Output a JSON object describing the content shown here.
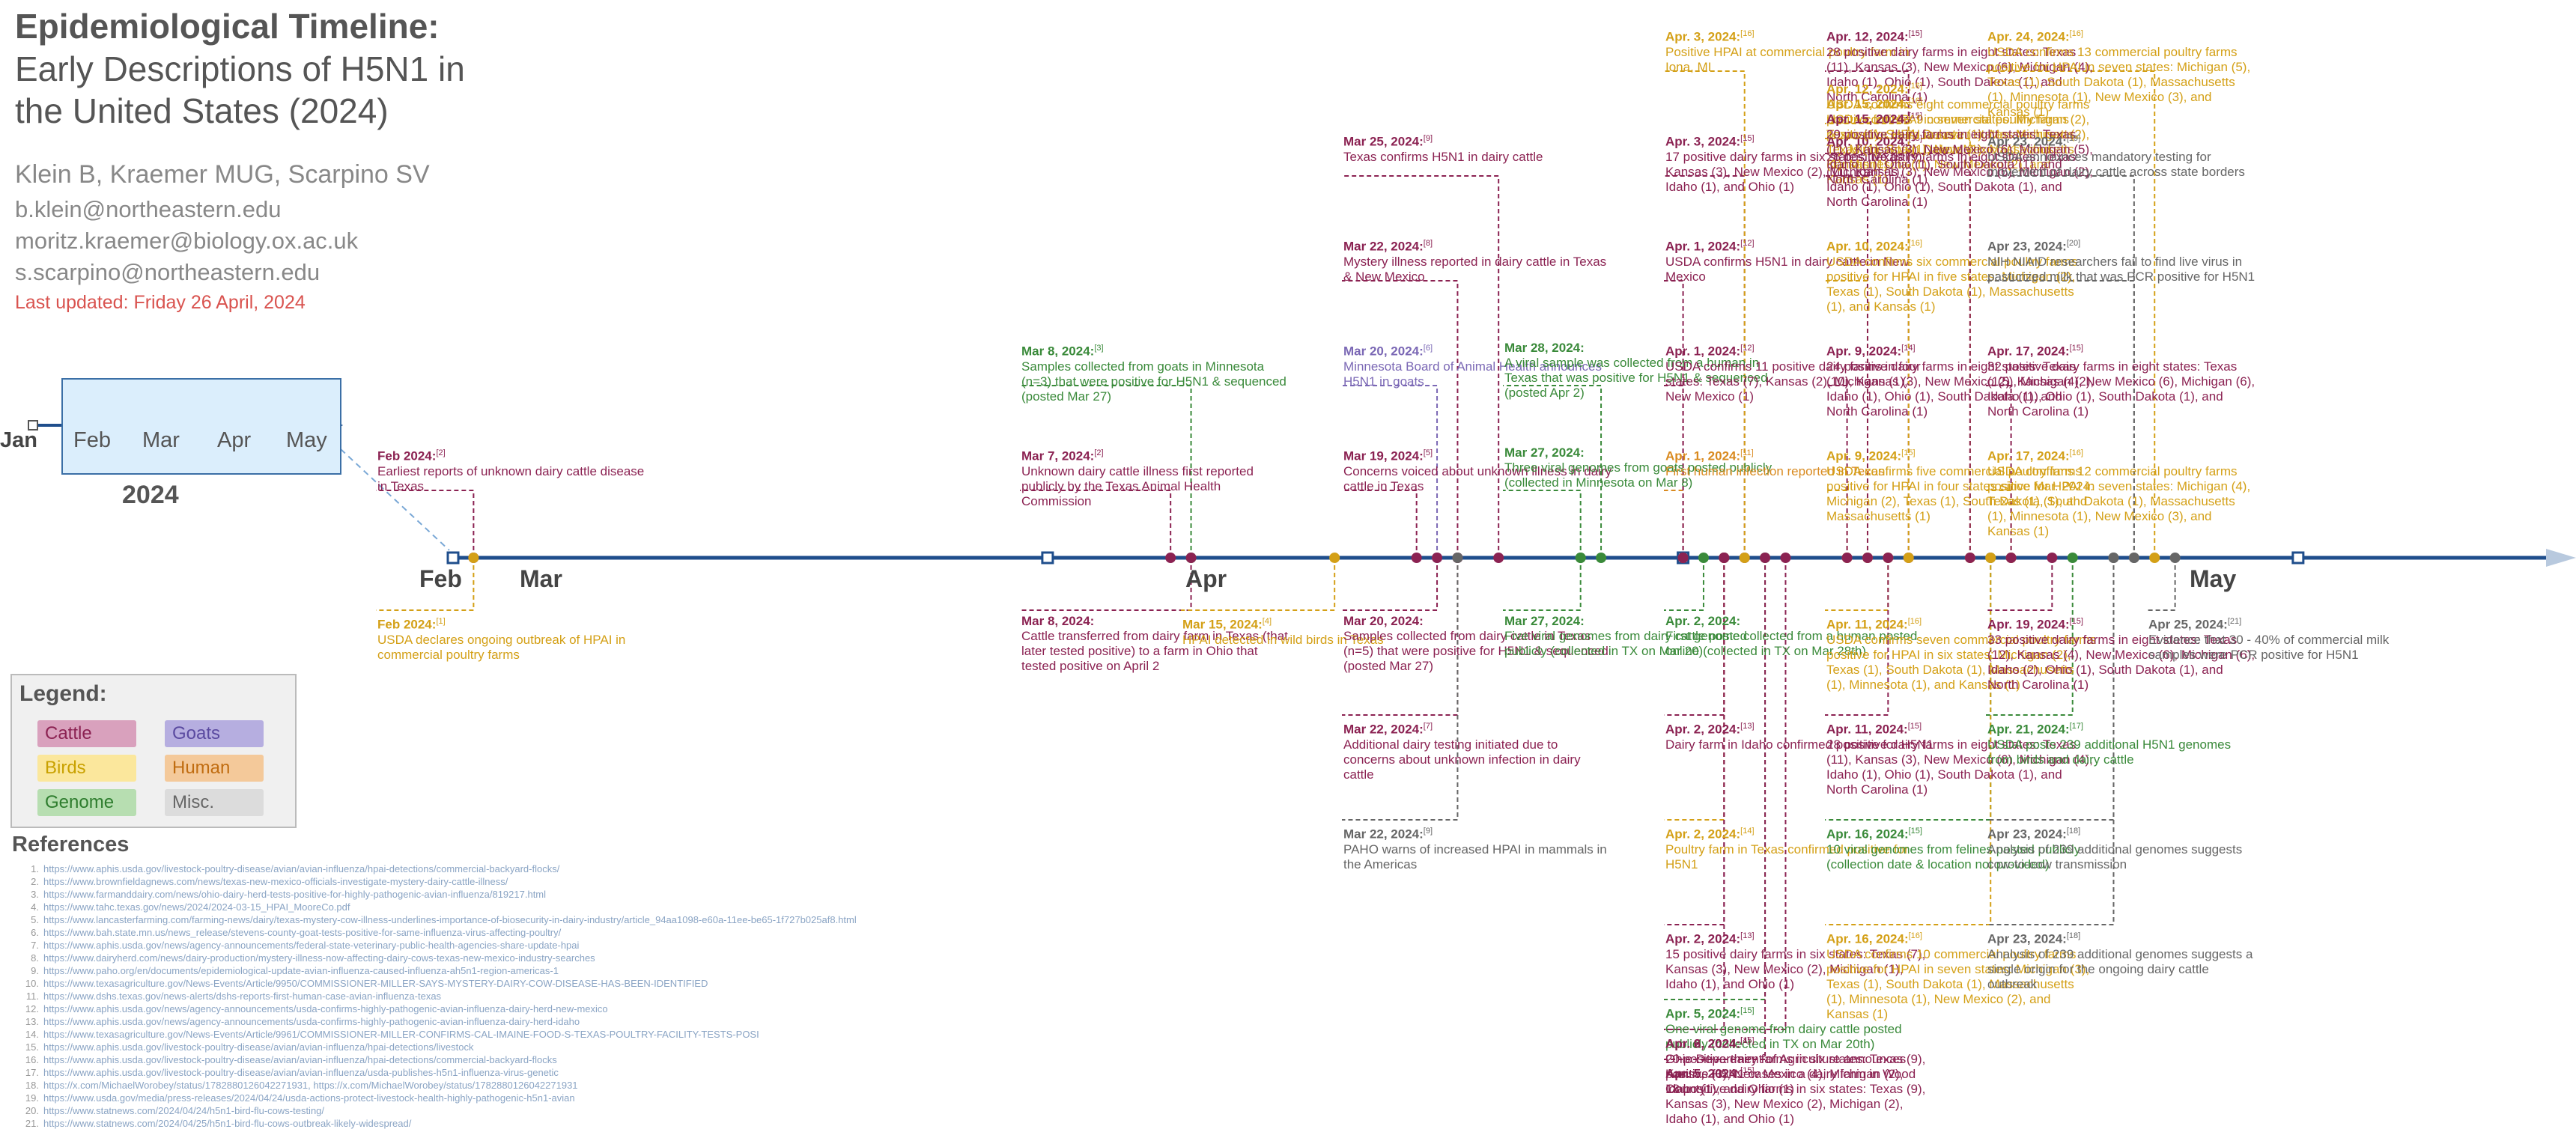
{
  "header": {
    "title_line1": "Epidemiological Timeline:",
    "title_line2": "Early Descriptions of H5N1 in the United States (2024)",
    "authors": "Klein B, Kraemer MUG, Scarpino SV",
    "emails": [
      "b.klein@northeastern.edu",
      "moritz.kraemer@biology.ox.ac.uk",
      "s.scarpino@northeastern.edu"
    ],
    "last_updated": "Last updated: Friday 26 April, 2024"
  },
  "inset": {
    "start": "Jan",
    "months": [
      "Feb",
      "Mar",
      "Apr",
      "May"
    ],
    "year": "2024"
  },
  "timeline": {
    "start": "2024-02-01",
    "end": "2024-05-12",
    "months": [
      {
        "label": "Feb",
        "date": "2024-02-01"
      },
      {
        "label": "Mar",
        "date": "2024-03-01"
      },
      {
        "label": "Apr",
        "date": "2024-04-01"
      },
      {
        "label": "May",
        "date": "2024-05-01"
      }
    ]
  },
  "colors": {
    "Cattle": "#8b2252",
    "Goats": "#7b68b5",
    "Birds": "#d4a017",
    "Human": "#d98a1f",
    "Genome": "#3a8a3a",
    "Misc.": "#666666",
    "axis": "#1f4e8c"
  },
  "legend": {
    "title": "Legend:",
    "items": [
      {
        "label": "Cattle",
        "bg": "#d9a1bd",
        "fg": "#8b2252"
      },
      {
        "label": "Goats",
        "bg": "#b6aee0",
        "fg": "#5a4aa0"
      },
      {
        "label": "Birds",
        "bg": "#fbe79c",
        "fg": "#c9a100"
      },
      {
        "label": "Human",
        "bg": "#f4c99a",
        "fg": "#c06c10"
      },
      {
        "label": "Genome",
        "bg": "#b7deb1",
        "fg": "#2e7d2e"
      },
      {
        "label": "Misc.",
        "bg": "#dcdcdc",
        "fg": "#666666"
      }
    ]
  },
  "events": [
    {
      "date": "Feb 2024:",
      "ref": "2",
      "text": "Earliest reports of unknown dairy cattle disease in Texas",
      "cat": "Cattle",
      "day": "2024-02-02",
      "side": "above"
    },
    {
      "date": "Feb 2024:",
      "ref": "1",
      "text": "USDA declares ongoing outbreak of HPAI in commercial poultry farms",
      "cat": "Birds",
      "day": "2024-02-02",
      "side": "below"
    },
    {
      "date": "Mar 7, 2024:",
      "ref": "2",
      "text": "Unknown dairy cattle illness first reported publicly by the Texas Animal Health Commission",
      "cat": "Cattle",
      "day": "2024-03-07",
      "side": "above"
    },
    {
      "date": "Mar 8, 2024:",
      "ref": "3",
      "text": "Samples collected from goats in Minnesota (n=3) that were positive for H5N1 & sequenced (posted Mar 27)",
      "cat": "Genome",
      "day": "2024-03-08",
      "side": "above"
    },
    {
      "date": "Mar 8, 2024:",
      "ref": "",
      "text": "Cattle transferred from dairy farm in Texas (that later tested positive) to a farm in Ohio that tested positive on April 2",
      "cat": "Cattle",
      "day": "2024-03-08",
      "side": "below"
    },
    {
      "date": "Mar 15, 2024:",
      "ref": "4",
      "text": "HPAI detected in wild birds in Texas",
      "cat": "Birds",
      "day": "2024-03-15",
      "side": "below"
    },
    {
      "date": "Mar 19, 2024:",
      "ref": "5",
      "text": "Concerns voiced about unknown illness in dairy cattle in Texas",
      "cat": "Cattle",
      "day": "2024-03-19",
      "side": "above"
    },
    {
      "date": "Mar 20, 2024:",
      "ref": "6",
      "text": "Minnesota Board of Animal Health announces H5N1 in goats",
      "cat": "Goats",
      "day": "2024-03-20",
      "side": "above"
    },
    {
      "date": "Mar 20, 2024:",
      "ref": "",
      "text": "Samples collected from dairy cattle in Texas (n=5) that were positive for H5N1 & sequenced (posted Mar 27)",
      "cat": "Cattle",
      "day": "2024-03-20",
      "side": "below"
    },
    {
      "date": "Mar 22, 2024:",
      "ref": "8",
      "text": "Mystery illness reported in dairy cattle in Texas & New Mexico",
      "cat": "Cattle",
      "day": "2024-03-21",
      "side": "above"
    },
    {
      "date": "Mar 22, 2024:",
      "ref": "7",
      "text": "Additional dairy testing initiated due to concerns about unknown infection in dairy cattle",
      "cat": "Cattle",
      "day": "2024-03-21",
      "side": "below"
    },
    {
      "date": "Mar 22, 2024:",
      "ref": "9",
      "text": "PAHO warns of increased HPAI in mammals in the Americas",
      "cat": "Misc.",
      "day": "2024-03-21",
      "side": "below"
    },
    {
      "date": "Mar 25, 2024:",
      "ref": "9",
      "text": "Texas confirms H5N1 in dairy cattle",
      "cat": "Cattle",
      "day": "2024-03-23",
      "side": "above"
    },
    {
      "date": "Mar 27, 2024:",
      "ref": "",
      "text": "Three viral genomes from goats posted publicly (collected in Minnesota on Mar 8)",
      "cat": "Genome",
      "day": "2024-03-27",
      "side": "above"
    },
    {
      "date": "Mar 27, 2024:",
      "ref": "",
      "text": "Five viral genomes from dairy cattle posted publicly (collected in TX on Mar 20)",
      "cat": "Genome",
      "day": "2024-03-27",
      "side": "below"
    },
    {
      "date": "Mar 28, 2024:",
      "ref": "",
      "text": "A viral sample was collected from a human in Texas that was positive for H5N1 & sequenced (posted Apr 2)",
      "cat": "Genome",
      "day": "2024-03-28",
      "side": "above"
    },
    {
      "date": "Apr. 1, 2024:",
      "ref": "11",
      "text": "First human infection reported in Texas",
      "cat": "Human",
      "day": "2024-04-01",
      "side": "above"
    },
    {
      "date": "Apr. 1, 2024:",
      "ref": "12",
      "text": "USDA confirms 11 positive dairy farms in four states: Texas (7), Kansas (2), Michigan (1), New Mexico (1)",
      "cat": "Cattle",
      "day": "2024-04-01",
      "side": "above"
    },
    {
      "date": "Apr. 1, 2024:",
      "ref": "12",
      "text": "USDA confirms H5N1 in dairy cattle in New Mexico",
      "cat": "Cattle",
      "day": "2024-04-01",
      "side": "above"
    },
    {
      "date": "Apr. 2, 2024:",
      "ref": "",
      "text": "First genome collected from a human posted online (collected in TX on Mar 28th)",
      "cat": "Genome",
      "day": "2024-04-02",
      "side": "below"
    },
    {
      "date": "Apr. 2, 2024:",
      "ref": "13",
      "text": "Dairy farm in Idaho confirmed positive for H5N1",
      "cat": "Cattle",
      "day": "2024-04-03",
      "side": "below"
    },
    {
      "date": "Apr. 2, 2024:",
      "ref": "14",
      "text": "Poultry farm in Texas confirmed positive for H5N1",
      "cat": "Birds",
      "day": "2024-04-03",
      "side": "below"
    },
    {
      "date": "Apr. 2, 2024:",
      "ref": "13",
      "text": "15 positive dairy farms in six states: Texas (7), Kansas (3), New Mexico (2), Michigan (1), Idaho (1), and Ohio (1)",
      "cat": "Cattle",
      "day": "2024-04-03",
      "side": "below"
    },
    {
      "date": "Apr. 2, 2024:",
      "ref": "4",
      "text": "Ohio Department of Agriculture announces positive H5N1 cases in a dairy farm in Wood County",
      "cat": "Cattle",
      "day": "2024-04-03",
      "side": "below"
    },
    {
      "date": "Apr. 3, 2024:",
      "ref": "15",
      "text": "17 positive dairy farms in six states: Texas (9), Kansas (3), New Mexico (2), Michigan (1), Idaho (1), and Ohio (1)",
      "cat": "Cattle",
      "day": "2024-04-04",
      "side": "above"
    },
    {
      "date": "Apr. 3, 2024:",
      "ref": "16",
      "text": "Positive HPAI at commercial poultry farm in Iona, MI",
      "cat": "Birds",
      "day": "2024-04-04",
      "side": "above"
    },
    {
      "date": "Apr. 5, 2024:",
      "ref": "15",
      "text": "One viral genome from dairy cattle posted publicly (collected in TX on Mar 20th)",
      "cat": "Genome",
      "day": "2024-04-05",
      "side": "below"
    },
    {
      "date": "Apr. 5, 2024:",
      "ref": "15",
      "text": "18 positive dairy farms in six states: Texas (9), Kansas (3), New Mexico (2), Michigan (2), Idaho (1), and Ohio (1)",
      "cat": "Cattle",
      "day": "2024-04-05",
      "side": "below"
    },
    {
      "date": "Apr. 6, 2024:",
      "ref": "15",
      "text": "20 positive dairy farms in six states: Texas (9), Kansas (3), New Mexico (4), Michigan (2), Idaho (1), and Ohio (1)",
      "cat": "Cattle",
      "day": "2024-04-06",
      "side": "below"
    },
    {
      "date": "Apr. 9, 2024:",
      "ref": "15",
      "text": "USDA confirms five commercial poultry farms positive for HPAI in four states since Mar. 2024: Michigan (2), Texas (1), South Dakota (1), and Massachusetts (1)",
      "cat": "Birds",
      "day": "2024-04-09",
      "side": "above"
    },
    {
      "date": "Apr. 9, 2024:",
      "ref": "14",
      "text": "24 positive dairy farms in eight states: Texas (10), Kansas (3), New Mexico (5), Michigan (2), Idaho (1), Ohio (1), South Dakota (1), and North Carolina (1)",
      "cat": "Cattle",
      "day": "2024-04-09",
      "side": "above"
    },
    {
      "date": "Apr. 10, 2024:",
      "ref": "16",
      "text": "USDA confirms six commercial poultry farms positive for HPAI in five states: Michigan (2), Texas (1), South Dakota (1), Massachusetts (1), and Kansas (1)",
      "cat": "Birds",
      "day": "2024-04-10",
      "side": "above"
    },
    {
      "date": "Apr. 10, 2024:",
      "ref": "15",
      "text": "26 positive dairy farms in eight states: Texas (11), Kansas (3), New Mexico (6), Michigan (2), Idaho (1), Ohio (1), South Dakota (1), and North Carolina (1)",
      "cat": "Cattle",
      "day": "2024-04-10",
      "side": "above"
    },
    {
      "date": "Apr. 11, 2024:",
      "ref": "16",
      "text": "USDA confirms seven commercial poultry farms positive for HPAI in six states: Michigan (2), Texas (1), South Dakota (1), Massachusetts (1), Minnesota (1), and Kansas (1)",
      "cat": "Birds",
      "day": "2024-04-11",
      "side": "below"
    },
    {
      "date": "Apr. 11, 2024:",
      "ref": "15",
      "text": "28 positive dairy farms in eight states: Texas (11), Kansas (3), New Mexico (6), Michigan (4), Idaho (1), Ohio (1), South Dakota (1), and North Carolina (1)",
      "cat": "Cattle",
      "day": "2024-04-11",
      "side": "below"
    },
    {
      "date": "Apr. 12, 2024:",
      "ref": "15",
      "text": "28 positive dairy farms in eight states: Texas (11), Kansas (3), New Mexico (6), Michigan (4), Idaho (1), Ohio (1), South Dakota (1), and North Carolina (1)",
      "cat": "Cattle",
      "day": "2024-04-12",
      "side": "above"
    },
    {
      "date": "Apr. 12, 2024:",
      "ref": "16",
      "text": "USDA confirms eight commercial poultry farms positive for HPAI in seven states: Michigan (2), Texas (1), South Dakota (1), Massachusetts (1), Minnesota (1), New Mexico (1), and Kansas (1)",
      "cat": "Birds",
      "day": "2024-04-12",
      "side": "above"
    },
    {
      "date": "Apr. 15, 2024:",
      "ref": "16",
      "text": "USDA confirms 9 commercial poultry farms positive for HPAI in seven states: Michigan (2), Texas (1), South Dakota (1), Massachusetts (1), Minnesota (1), New Mexico (2), and Kansas (1)",
      "cat": "Birds",
      "day": "2024-04-15",
      "side": "above"
    },
    {
      "date": "Apr. 15, 2024:",
      "ref": "15",
      "text": "29 positive dairy farms in eight states: Texas (11), Kansas (3), New Mexico (6), Michigan (5), Idaho (1), Ohio (1), South Dakota (1), and North Carolina (1)",
      "cat": "Cattle",
      "day": "2024-04-15",
      "side": "above"
    },
    {
      "date": "Apr. 16, 2024:",
      "ref": "15",
      "text": "10 viral genomes from felines posted publicly (collection date & location not provided)",
      "cat": "Genome",
      "day": "2024-04-16",
      "side": "below"
    },
    {
      "date": "Apr. 16, 2024:",
      "ref": "16",
      "text": "USDA confirms 10 commercial poultry farms positive for HPAI in seven states: Michigan (3), Texas (1), South Dakota (1), Massachusetts (1), Minnesota (1), New Mexico (2), and Kansas (1)",
      "cat": "Birds",
      "day": "2024-04-16",
      "side": "below"
    },
    {
      "date": "Apr. 17, 2024:",
      "ref": "16",
      "text": "USDA confirms 12 commercial poultry farms positive for HPAI in seven states: Michigan (4), Texas (1), South Dakota (1), Massachusetts (1), Minnesota (1), New Mexico (3), and Kansas (1)",
      "cat": "Birds",
      "day": "2024-04-17",
      "side": "above"
    },
    {
      "date": "Apr. 17, 2024:",
      "ref": "15",
      "text": "32 positive dairy farms in eight states: Texas (12), Kansas (4), New Mexico (6), Michigan (6), Idaho (1), Ohio (1), South Dakota (1), and North Carolina (1)",
      "cat": "Cattle",
      "day": "2024-04-17",
      "side": "above"
    },
    {
      "date": "Apr. 19, 2024:",
      "ref": "15",
      "text": "33 positive dairy farms in eight states: Texas (12), Kansas (4), New Mexico (6), Michigan (6), Idaho (2), Ohio (1), South Dakota (1), and North Carolina (1)",
      "cat": "Cattle",
      "day": "2024-04-19",
      "side": "below"
    },
    {
      "date": "Apr. 21, 2024:",
      "ref": "17",
      "text": "USDA posts 239 additional H5N1 genomes from birds and dairy cattle",
      "cat": "Genome",
      "day": "2024-04-20",
      "side": "below"
    },
    {
      "date": "Apr 23, 2024:",
      "ref": "18",
      "text": "Analysis of 239 additional genomes suggests cow-to-cow transmission",
      "cat": "Misc.",
      "day": "2024-04-22",
      "side": "below"
    },
    {
      "date": "Apr 23, 2024:",
      "ref": "18",
      "text": "Analysis of 239 additional genomes suggests a single origin for the ongoing dairy cattle outbreak",
      "cat": "Misc.",
      "day": "2024-04-22",
      "side": "below"
    },
    {
      "date": "Apr 23, 2024:",
      "ref": "20",
      "text": "NIH NIAID researchers fail to find live virus in pasturized milk that was PCR positive for H5N1",
      "cat": "Misc.",
      "day": "2024-04-23",
      "side": "above"
    },
    {
      "date": "Apr 23, 2024:",
      "ref": "19",
      "text": "USDA announces mandatory testing for movement of dairy cattle across state borders",
      "cat": "Misc.",
      "day": "2024-04-23",
      "side": "above"
    },
    {
      "date": "Apr. 24, 2024:",
      "ref": "16",
      "text": "USDA confirms 13 commercial poultry farms positive for HPAI in seven states: Michigan (5), Texas (1), South Dakota (1), Massachusetts (1), Minnesota (1), New Mexico (3), and Kansas (1)",
      "cat": "Birds",
      "day": "2024-04-24",
      "side": "above"
    },
    {
      "date": "Apr 25, 2024:",
      "ref": "21",
      "text": "Evidence that 30 - 40% of commercial milk samples were PCR positive for H5N1",
      "cat": "Misc.",
      "day": "2024-04-25",
      "side": "below"
    }
  ],
  "references": {
    "title": "References",
    "items": [
      "https://www.aphis.usda.gov/livestock-poultry-disease/avian/avian-influenza/hpai-detections/commercial-backyard-flocks/",
      "https://www.brownfieldagnews.com/news/texas-new-mexico-officials-investigate-mystery-dairy-cattle-illness/",
      "https://www.farmanddairy.com/news/ohio-dairy-herd-tests-positive-for-highly-pathogenic-avian-influenza/819217.html",
      "https://www.tahc.texas.gov/news/2024/2024-03-15_HPAI_MooreCo.pdf",
      "https://www.lancasterfarming.com/farming-news/dairy/texas-mystery-cow-illness-underlines-importance-of-biosecurity-in-dairy-industry/article_94aa1098-e60a-11ee-be65-1f727b025af8.html",
      "https://www.bah.state.mn.us/news_release/stevens-county-goat-tests-positive-for-same-influenza-virus-affecting-poultry/",
      "https://www.aphis.usda.gov/news/agency-announcements/federal-state-veterinary-public-health-agencies-share-update-hpai",
      "https://www.dairyherd.com/news/dairy-production/mystery-illness-now-affecting-dairy-cows-texas-new-mexico-industry-searches",
      "https://www.paho.org/en/documents/epidemiological-update-avian-influenza-caused-influenza-ah5n1-region-americas-1",
      "https://www.texasagriculture.gov/News-Events/Article/9950/COMMISSIONER-MILLER-SAYS-MYSTERY-DAIRY-COW-DISEASE-HAS-BEEN-IDENTIFIED",
      "https://www.dshs.texas.gov/news-alerts/dshs-reports-first-human-case-avian-influenza-texas",
      "https://www.aphis.usda.gov/news/agency-announcements/usda-confirms-highly-pathogenic-avian-influenza-dairy-herd-new-mexico",
      "https://www.aphis.usda.gov/news/agency-announcements/usda-confirms-highly-pathogenic-avian-influenza-dairy-herd-idaho",
      "https://www.texasagriculture.gov/News-Events/Article/9961/COMMISSIONER-MILLER-CONFIRMS-CAL-IMAINE-FOOD-S-TEXAS-POULTRY-FACILITY-TESTS-POSI",
      "https://www.aphis.usda.gov/livestock-poultry-disease/avian/avian-influenza/hpai-detections/livestock",
      "https://www.aphis.usda.gov/livestock-poultry-disease/avian/avian-influenza/hpai-detections/commercial-backyard-flocks",
      "https://www.aphis.usda.gov/livestock-poultry-disease/avian/avian-influenza/usda-publishes-h5n1-influenza-virus-genetic",
      "https://x.com/MichaelWorobey/status/1782880126042271931, https://x.com/MichaelWorobey/status/1782880126042271931",
      "https://www.usda.gov/media/press-releases/2024/04/24/usda-actions-protect-livestock-health-highly-pathogenic-h5n1-avian",
      "https://www.statnews.com/2024/04/24/h5n1-bird-flu-cows-testing/",
      "https://www.statnews.com/2024/04/25/h5n1-bird-flu-cows-outbreak-likely-widespread/"
    ]
  }
}
